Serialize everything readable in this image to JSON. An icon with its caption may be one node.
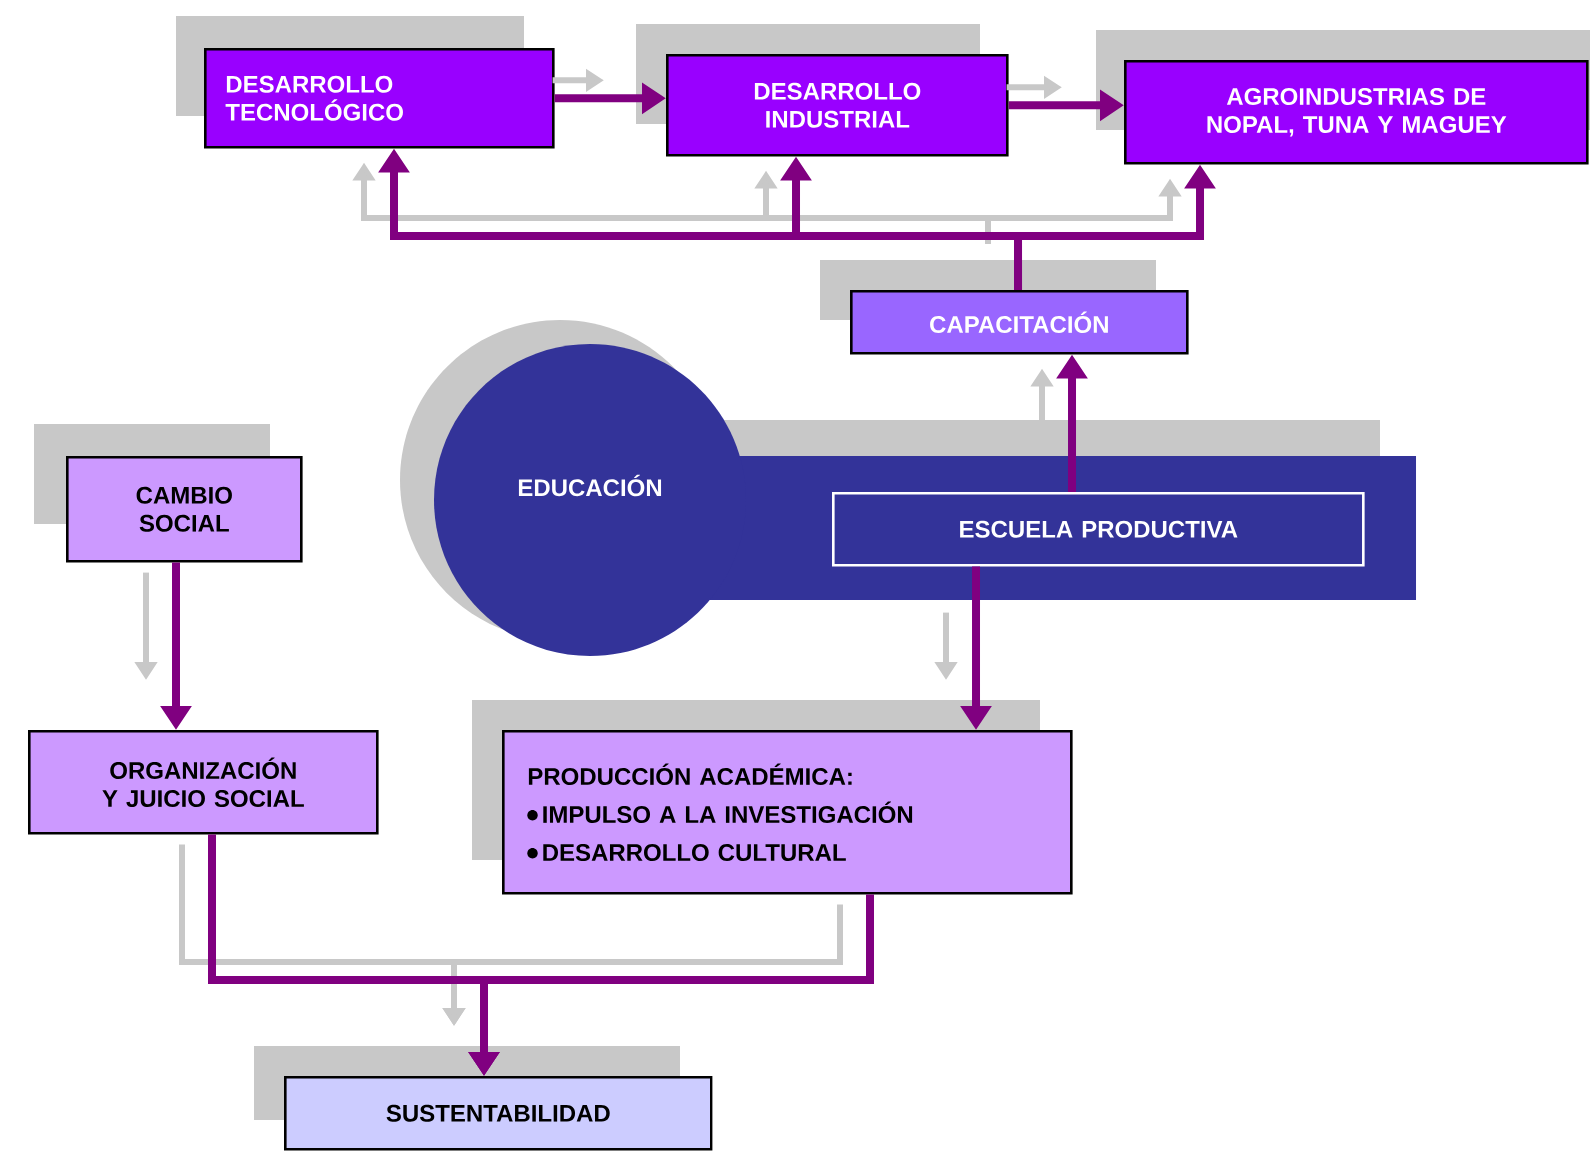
{
  "diagram": {
    "nodes": [
      {
        "text": [
          "DESARROLLO TECNOLÓGICO"
        ]
      },
      {
        "text": [
          "DESARROLLO INDUSTRIAL"
        ]
      },
      {
        "text": [
          "AGROINDUSTRIAS DE NOPAL, TUNA Y MAGUEY"
        ]
      },
      {
        "text": [
          "CAPACITACIÓN"
        ]
      },
      {
        "text": [
          "CAMBIO SOCIAL"
        ]
      },
      {
        "text": [
          "EDUCACIÓN"
        ]
      },
      {
        "text": [
          "ESCUELA PRODUCTIVA"
        ],
        "in": 5
      },
      {
        "text": [
          "ORGANIZACIÓN Y JUICIO SOCIAL"
        ]
      },
      {
        "text": [
          "PRODUCCIÓN ACADÉMICA:",
          "IMPULSO A LA INVESTIGACIÓN",
          "DESARROLLO CULTURAL"
        ]
      },
      {
        "text": [
          "SUSTENTABILIDAD"
        ]
      }
    ],
    "edges": [
      {
        "from": 0,
        "to": 1,
        "arrow": "to"
      },
      {
        "from": 1,
        "to": 2,
        "arrow": "to"
      },
      {
        "from": 3,
        "to": 0,
        "arrow": "to"
      },
      {
        "from": 3,
        "to": 1,
        "arrow": "to"
      },
      {
        "from": 3,
        "to": 2,
        "arrow": "to"
      },
      {
        "from": 6,
        "to": 3,
        "arrow": "to"
      },
      {
        "from": 4,
        "to": 7,
        "arrow": "to"
      },
      {
        "from": 6,
        "to": 8,
        "arrow": "to"
      },
      {
        "from": 7,
        "to": 9,
        "arrow": "to"
      },
      {
        "from": 8,
        "to": 9,
        "arrow": "to"
      }
    ]
  }
}
